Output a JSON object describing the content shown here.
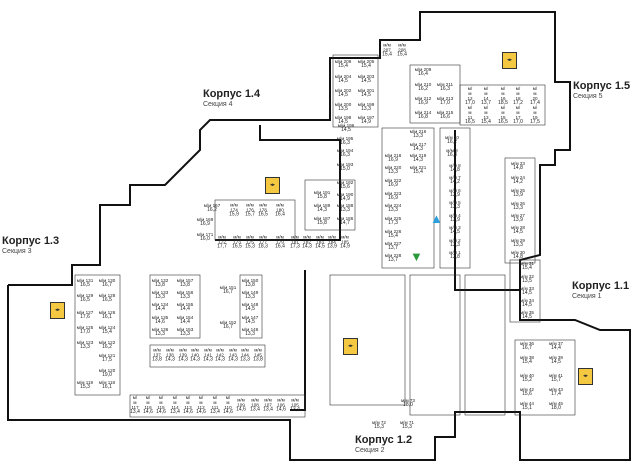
{
  "corpora": [
    {
      "title": "Корпус 1.1",
      "section": "Секция 1"
    },
    {
      "title": "Корпус 1.2",
      "section": "Секция 2"
    },
    {
      "title": "Корпус 1.3",
      "section": "Секция 3"
    },
    {
      "title": "Корпус 1.4",
      "section": "Секция 4"
    },
    {
      "title": "Корпус 1.5",
      "section": "Секция 5"
    }
  ],
  "colors": {
    "lift": "#f5c842",
    "entry_arrow": "#2aa0dc",
    "exit_arrow": "#2a9a3a",
    "wall": "#111111"
  },
  "lift_label": "◂▸",
  "spots": [
    {
      "label": "м/м 207",
      "area": "15,4"
    },
    {
      "label": "м/м 208",
      "area": "15,4"
    },
    {
      "label": "м/м 206",
      "area": "15,4"
    },
    {
      "label": "м/м 205",
      "area": "15,4"
    },
    {
      "label": "м/м 204",
      "area": "14,5"
    },
    {
      "label": "м/м 203",
      "area": "14,5"
    },
    {
      "label": "м/м 202",
      "area": "14,5"
    },
    {
      "label": "м/м 201",
      "area": "14,5"
    },
    {
      "label": "м/м 200",
      "area": "13,5"
    },
    {
      "label": "м/м 199",
      "area": "13,3"
    },
    {
      "label": "м/м 198",
      "area": "14,5"
    },
    {
      "label": "м/м 197",
      "area": "14,9"
    },
    {
      "label": "м/м 196",
      "area": "14,5"
    },
    {
      "label": "м/м 195",
      "area": "16,3"
    },
    {
      "label": "м/м 194",
      "area": "16,3"
    },
    {
      "label": "м/м 193",
      "area": "15,0"
    },
    {
      "label": "м/м 192",
      "area": "15,6"
    },
    {
      "label": "м/м 191",
      "area": "15,8"
    },
    {
      "label": "м/м 190",
      "area": "14,9"
    },
    {
      "label": "м/м 189",
      "area": "14,3"
    },
    {
      "label": "м/м 188",
      "area": "13,3"
    },
    {
      "label": "м/м 187",
      "area": "15,8"
    },
    {
      "label": "м/м 186",
      "area": "14,7"
    },
    {
      "label": "м/м 174",
      "area": "15,9"
    },
    {
      "label": "м/м 176",
      "area": "15,7"
    },
    {
      "label": "м/м 178",
      "area": "16,5"
    },
    {
      "label": "м/м 180",
      "area": "16,4"
    },
    {
      "label": "м/м 172",
      "area": "17,7"
    },
    {
      "label": "м/м 173",
      "area": "16,5"
    },
    {
      "label": "м/м 175",
      "area": "15,3"
    },
    {
      "label": "м/м 177",
      "area": "18,3"
    },
    {
      "label": "м/м 179",
      "area": "16,4"
    },
    {
      "label": "м/м 181",
      "area": "17,3"
    },
    {
      "label": "м/м 182",
      "area": "14,3"
    },
    {
      "label": "м/м 183",
      "area": "14,5"
    },
    {
      "label": "м/м 184",
      "area": "13,9"
    },
    {
      "label": "м/м 185",
      "area": "14,9"
    },
    {
      "label": "м/м 167",
      "area": "16,2"
    },
    {
      "label": "м/м 169",
      "area": "16,9"
    },
    {
      "label": "м/м 171",
      "area": "16,0"
    },
    {
      "label": "м/м 216",
      "area": "13,3"
    },
    {
      "label": "м/м 217",
      "area": "14,3"
    },
    {
      "label": "м/м 218",
      "area": "16,9"
    },
    {
      "label": "м/м 219",
      "area": "14,3"
    },
    {
      "label": "м/м 220",
      "area": "13,3"
    },
    {
      "label": "м/м 221",
      "area": "15,4"
    },
    {
      "label": "м/м 222",
      "area": "16,9"
    },
    {
      "label": "м/м 223",
      "area": "16,9"
    },
    {
      "label": "м/м 224",
      "area": "13,3"
    },
    {
      "label": "м/м 225",
      "area": "17,3"
    },
    {
      "label": "м/м 226",
      "area": "15,4"
    },
    {
      "label": "м/м 227",
      "area": "13,7"
    },
    {
      "label": "м/м 228",
      "area": "13,7"
    },
    {
      "label": "м/м 10",
      "area": "16,2"
    },
    {
      "label": "м/м 9",
      "area": "16,3"
    },
    {
      "label": "м/м 8",
      "area": "14,8"
    },
    {
      "label": "м/м 7",
      "area": "14,2"
    },
    {
      "label": "м/м 6",
      "area": "13,9"
    },
    {
      "label": "м/м 5",
      "area": "13,3"
    },
    {
      "label": "м/м 4",
      "area": "13,9"
    },
    {
      "label": "м/м 3",
      "area": "14,5"
    },
    {
      "label": "м/м 2",
      "area": "13,3"
    },
    {
      "label": "м/м 1",
      "area": "13,8"
    },
    {
      "label": "м/м 23",
      "area": "14,8"
    },
    {
      "label": "м/м 24",
      "area": "14,2"
    },
    {
      "label": "м/м 25",
      "area": "13,9"
    },
    {
      "label": "м/м 26",
      "area": "13,3"
    },
    {
      "label": "м/м 27",
      "area": "13,9"
    },
    {
      "label": "м/м 28",
      "area": "14,5"
    },
    {
      "label": "м/м 29",
      "area": "13,3"
    },
    {
      "label": "м/м 30",
      "area": "14,8"
    },
    {
      "label": "м/м 31",
      "area": "15,4"
    },
    {
      "label": "м/м 32",
      "area": "13,5"
    },
    {
      "label": "м/м 33",
      "area": "14,5"
    },
    {
      "label": "м/м 34",
      "area": "14,5"
    },
    {
      "label": "м/м 35",
      "area": "14,5"
    },
    {
      "label": "м/м 36",
      "area": "16,7"
    },
    {
      "label": "м/м 37",
      "area": "14,4"
    },
    {
      "label": "м/м 38",
      "area": "15,4"
    },
    {
      "label": "м/м 39",
      "area": "14,5"
    },
    {
      "label": "м/м 40",
      "area": "15,2"
    },
    {
      "label": "м/м 41",
      "area": "15,7"
    },
    {
      "label": "м/м 42",
      "area": "15,6"
    },
    {
      "label": "м/м 43",
      "area": "17,4"
    },
    {
      "label": "м/м 44",
      "area": "15,1"
    },
    {
      "label": "м/м 45",
      "area": "18,0"
    },
    {
      "label": "м/м 12",
      "area": "17,0"
    },
    {
      "label": "м/м 14",
      "area": "13,7"
    },
    {
      "label": "м/м 16",
      "area": "18,5"
    },
    {
      "label": "м/м 18",
      "area": "17,2"
    },
    {
      "label": "м/м 20",
      "area": "17,4"
    },
    {
      "label": "м/м 11",
      "area": "16,5"
    },
    {
      "label": "м/м 13",
      "area": "15,4"
    },
    {
      "label": "м/м 15",
      "area": "16,5"
    },
    {
      "label": "м/м 17",
      "area": "17,0"
    },
    {
      "label": "м/м 19",
      "area": "17,5"
    },
    {
      "label": "м/м 209",
      "area": "16,4"
    },
    {
      "label": "м/м 210",
      "area": "16,2"
    },
    {
      "label": "м/м 211",
      "area": "16,3"
    },
    {
      "label": "м/м 212",
      "area": "16,9"
    },
    {
      "label": "м/м 213",
      "area": "17,0"
    },
    {
      "label": "м/м 214",
      "area": "16,8"
    },
    {
      "label": "м/м 215",
      "area": "16,6"
    },
    {
      "label": "м/м 131",
      "area": "16,5"
    },
    {
      "label": "м/м 130",
      "area": "16,7"
    },
    {
      "label": "м/м 129",
      "area": "16,5"
    },
    {
      "label": "м/м 128",
      "area": "16,5"
    },
    {
      "label": "м/м 127",
      "area": "17,6"
    },
    {
      "label": "м/м 126",
      "area": "16,1"
    },
    {
      "label": "м/м 125",
      "area": "17,0"
    },
    {
      "label": "м/м 124",
      "area": "15,4"
    },
    {
      "label": "м/м 123",
      "area": "13,3"
    },
    {
      "label": "м/м 122",
      "area": "16,2"
    },
    {
      "label": "м/м 121",
      "area": "17,5"
    },
    {
      "label": "м/м 120",
      "area": "19,0"
    },
    {
      "label": "м/м 119",
      "area": "15,3"
    },
    {
      "label": "м/м 118",
      "area": "16,1"
    },
    {
      "label": "м/м 132",
      "area": "13,8"
    },
    {
      "label": "м/м 157",
      "area": "13,8"
    },
    {
      "label": "м/м 133",
      "area": "13,3"
    },
    {
      "label": "м/м 156",
      "area": "13,3"
    },
    {
      "label": "м/м 134",
      "area": "14,4"
    },
    {
      "label": "м/м 155",
      "area": "14,4"
    },
    {
      "label": "м/м 135",
      "area": "14,6"
    },
    {
      "label": "м/м 154",
      "area": "14,4"
    },
    {
      "label": "м/м 136",
      "area": "13,3"
    },
    {
      "label": "м/м 153",
      "area": "13,3"
    },
    {
      "label": "м/м 151",
      "area": "16,7"
    },
    {
      "label": "м/м 152",
      "area": "16,7"
    },
    {
      "label": "м/м 150",
      "area": "13,8"
    },
    {
      "label": "м/м 149",
      "area": "13,3"
    },
    {
      "label": "м/м 148",
      "area": "14,5"
    },
    {
      "label": "м/м 147",
      "area": "14,5"
    },
    {
      "label": "м/м 146",
      "area": "13,3"
    },
    {
      "label": "м/м 137",
      "area": "13,8"
    },
    {
      "label": "м/м 138",
      "area": "14,3"
    },
    {
      "label": "м/м 139",
      "area": "14,3"
    },
    {
      "label": "м/м 140",
      "area": "14,3"
    },
    {
      "label": "м/м 141",
      "area": "14,3"
    },
    {
      "label": "м/м 142",
      "area": "14,3"
    },
    {
      "label": "м/м 143",
      "area": "14,3"
    },
    {
      "label": "м/м 144",
      "area": "13,3"
    },
    {
      "label": "м/м 145",
      "area": "13,8"
    },
    {
      "label": "м/м 117",
      "area": "13,4"
    },
    {
      "label": "м/м 116",
      "area": "14,6"
    },
    {
      "label": "м/м 115",
      "area": "14,6"
    },
    {
      "label": "м/м 114",
      "area": "13,4"
    },
    {
      "label": "м/м 113",
      "area": "14,6"
    },
    {
      "label": "м/м 112",
      "area": "14,6"
    },
    {
      "label": "м/м 111",
      "area": "13,4"
    },
    {
      "label": "м/м 110",
      "area": "14,6"
    },
    {
      "label": "м/м 109",
      "area": "14,6"
    },
    {
      "label": "м/м 108",
      "area": "13,4"
    },
    {
      "label": "м/м 107",
      "area": "13,4"
    },
    {
      "label": "м/м 106",
      "area": "14,6"
    },
    {
      "label": "м/м 105",
      "area": "13,4"
    },
    {
      "label": "м/м 73",
      "area": "18,0"
    },
    {
      "label": "м/м 72",
      "area": "15,3"
    },
    {
      "label": "м/м 71",
      "area": "15,3"
    }
  ]
}
